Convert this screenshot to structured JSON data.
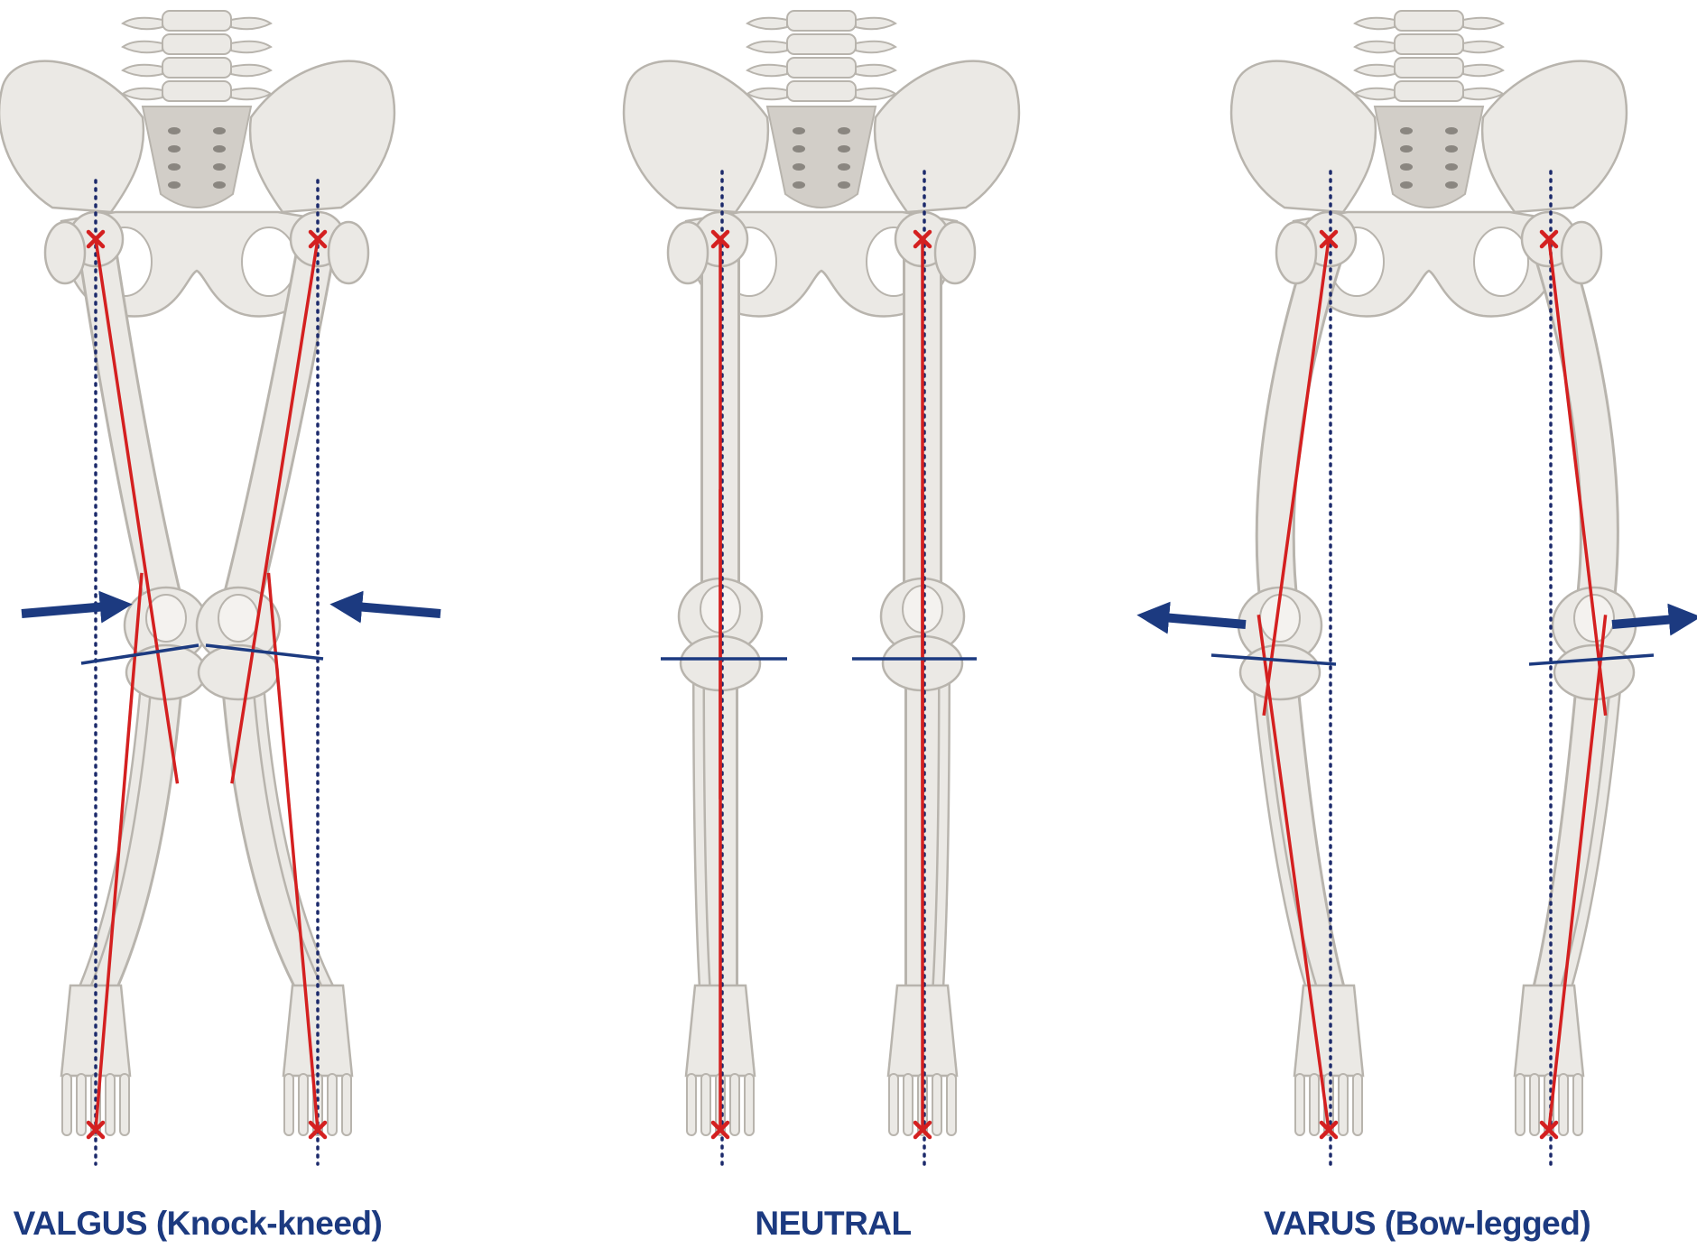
{
  "colors": {
    "label": "#1c3a80",
    "mechanical_axis": "#d42020",
    "plumb_line": "#1c2a6b",
    "knee_line": "#1c3a80",
    "arrow": "#1c3a80",
    "bone_fill": "#ebe9e5",
    "bone_stroke": "#b8b4ad",
    "bone_shadow": "#d2cec8"
  },
  "icons": {
    "hip_marker": "x-marker-icon",
    "ankle_marker": "x-marker-icon",
    "force_arrow": "arrow-icon"
  },
  "panels": [
    {
      "id": "valgus",
      "label": "VALGUS (Knock-kneed)",
      "arrow_direction": "inward"
    },
    {
      "id": "neutral",
      "label": "NEUTRAL",
      "arrow_direction": "none"
    },
    {
      "id": "varus",
      "label": "VARUS (Bow-legged)",
      "arrow_direction": "outward"
    }
  ]
}
